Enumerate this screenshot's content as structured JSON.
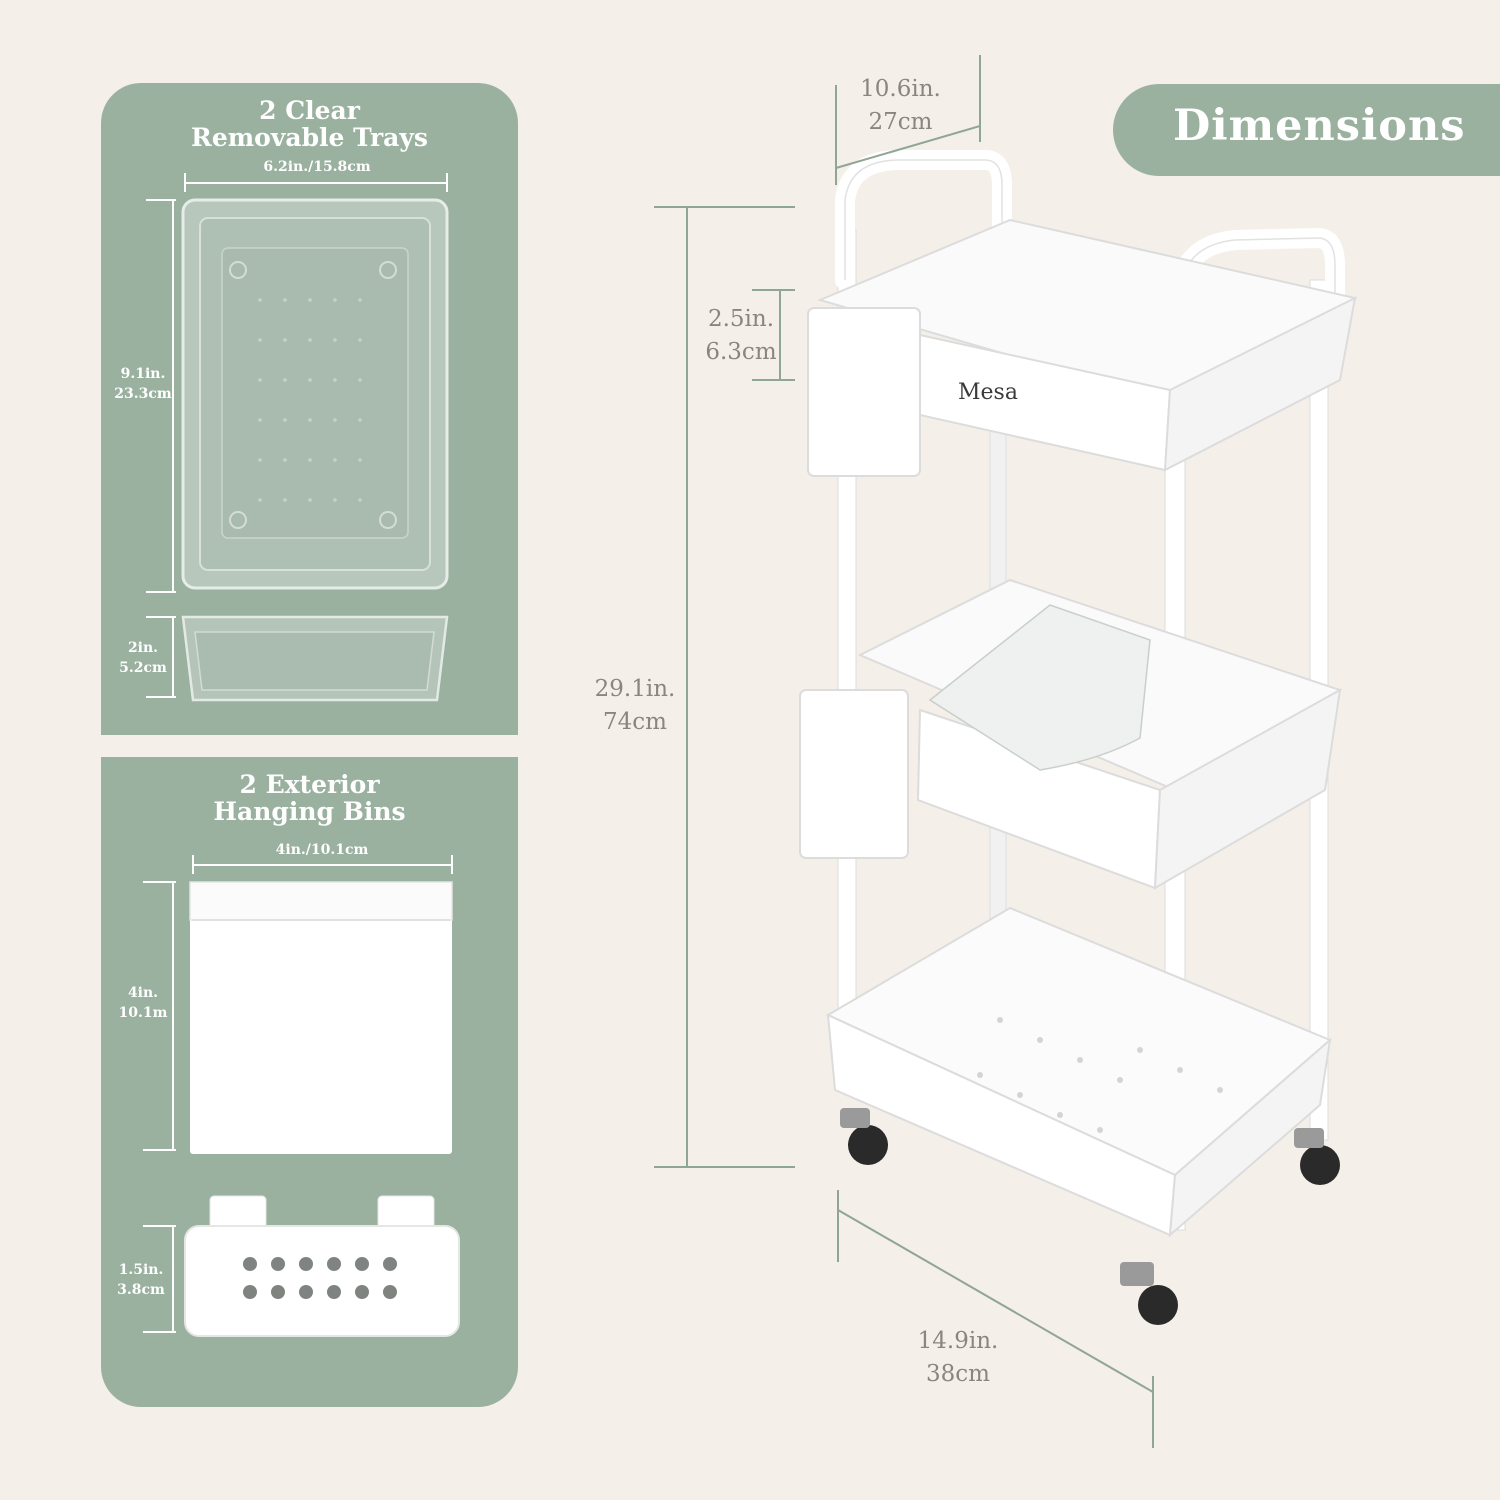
{
  "header": {
    "title": "Dimensions"
  },
  "trays_panel": {
    "title_line1": "2 Clear",
    "title_line2": "Removable Trays",
    "width": "6.2in./15.8cm",
    "length_in": "9.1in.",
    "length_cm": "23.3cm",
    "depth_in": "2in.",
    "depth_cm": "5.2cm"
  },
  "bins_panel": {
    "title_line1": "2 Exterior",
    "title_line2": "Hanging Bins",
    "width": "4in./10.1cm",
    "height_in": "4in.",
    "height_cm": "10.1m",
    "depth_in": "1.5in.",
    "depth_cm": "3.8cm"
  },
  "cart": {
    "brand": "Mesa",
    "depth_in": "10.6in.",
    "depth_cm": "27cm",
    "basket_height_in": "2.5in.",
    "basket_height_cm": "6.3cm",
    "height_in": "29.1in.",
    "height_cm": "74cm",
    "width_in": "14.9in.",
    "width_cm": "38cm"
  },
  "colors": {
    "background": "#f5efe9",
    "panel": "#9bb1a0",
    "dimension_line": "#8fa595"
  }
}
